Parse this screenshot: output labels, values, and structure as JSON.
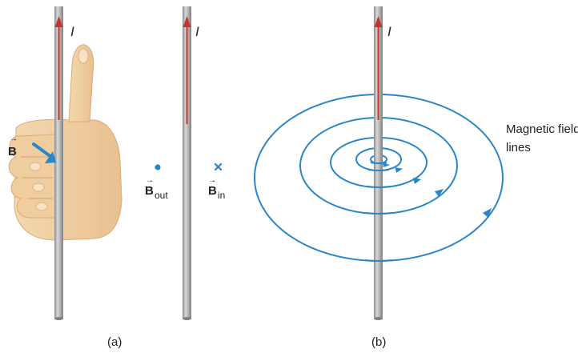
{
  "figure": {
    "colors": {
      "wire": "#9a9a9a",
      "wire_highlight": "#d4d4d4",
      "wire_shadow": "#7a7a7a",
      "current_arrow": "#c0392b",
      "field": "#2a86c6",
      "skin": "#f2d2a4",
      "skin_shade": "#e2b987",
      "text": "#222222"
    },
    "panel_a": {
      "current_label": "I",
      "b_field_label": "B",
      "b_out_label": "B",
      "b_out_subscript": "out",
      "b_in_label": "B",
      "b_in_subscript": "in",
      "caption": "(a)",
      "out_symbol_icon": "dot-out-of-page-icon",
      "in_symbol_icon": "cross-into-page-icon",
      "hand_icon": "right-hand-thumb-up-icon"
    },
    "panel_b": {
      "current_label": "I",
      "field_lines_label_line1": "Magnetic field",
      "field_lines_label_line2": "lines",
      "caption": "(b)",
      "field_line_count": 5
    }
  }
}
